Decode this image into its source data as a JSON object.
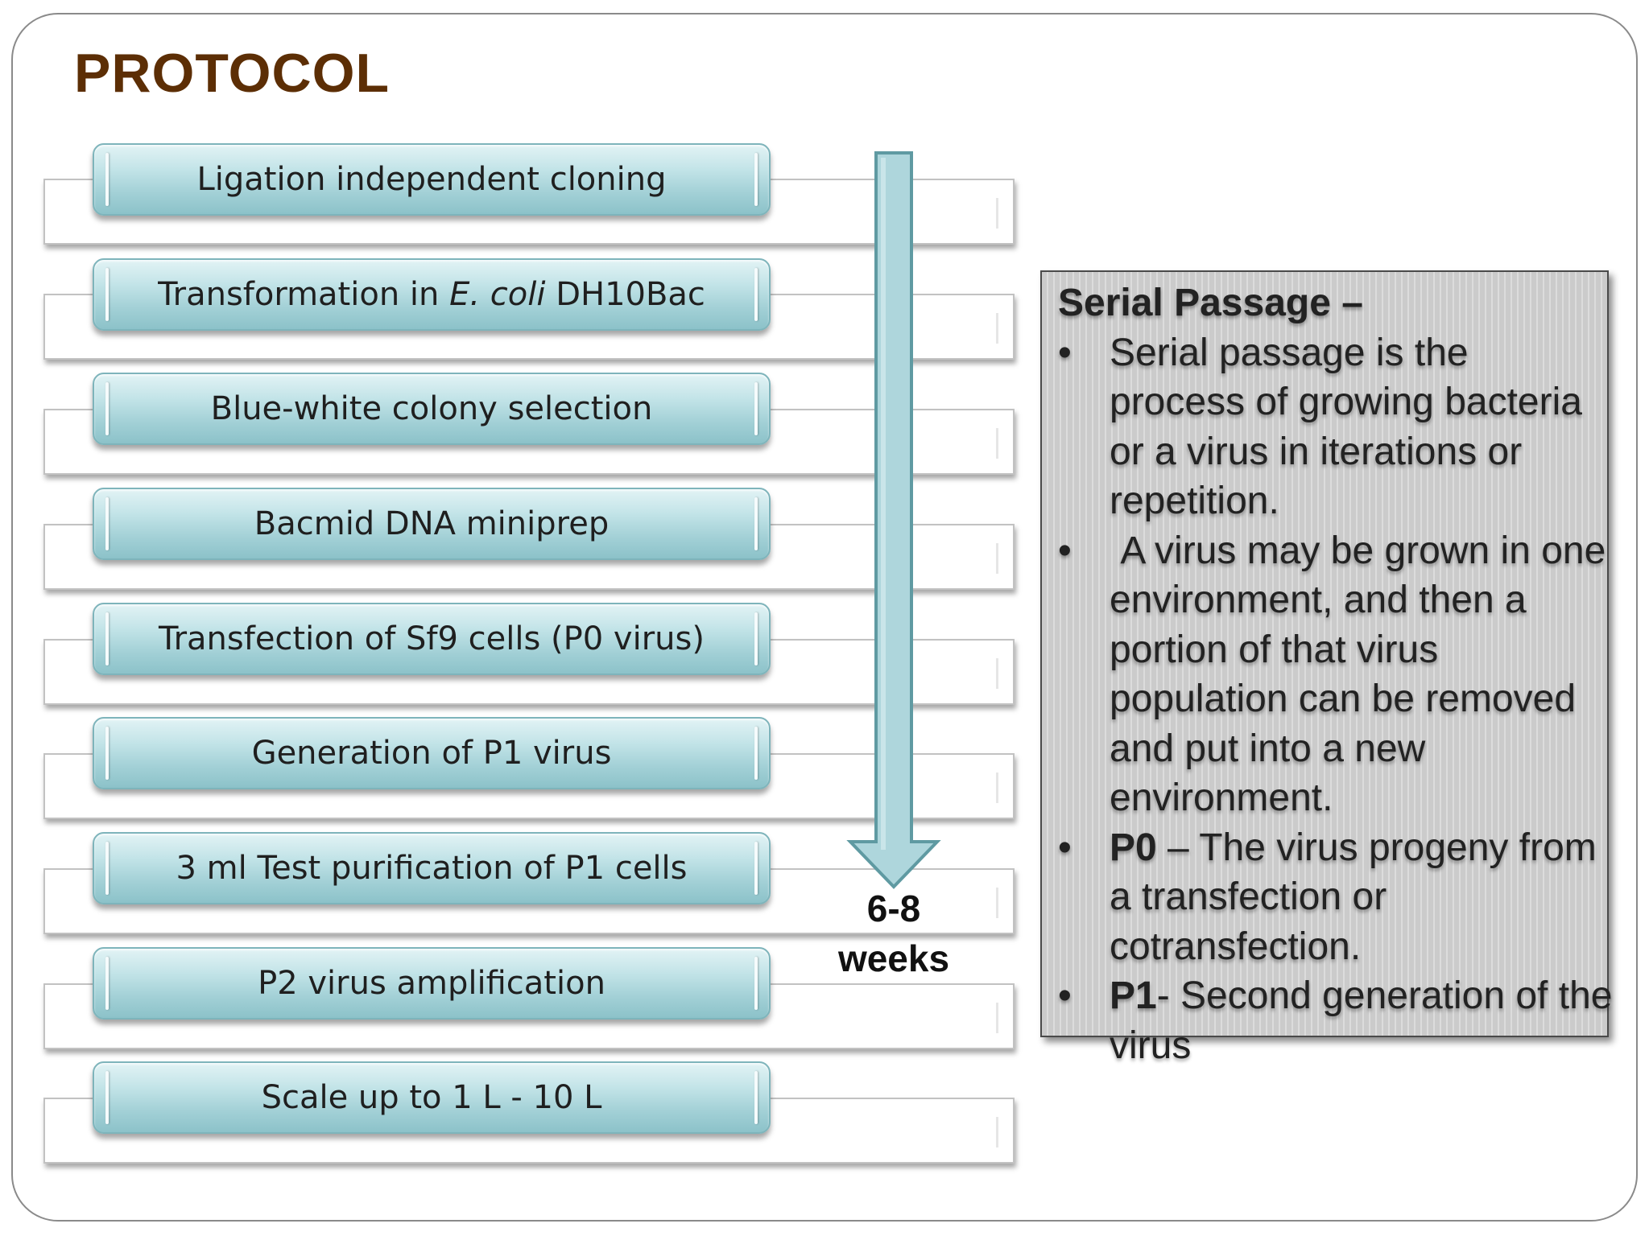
{
  "title": "PROTOCOL",
  "steps": [
    {
      "label": "Ligation independent cloning"
    },
    {
      "label": "Transformation in ",
      "italic": "E. coli",
      "suffix": " DH10Bac"
    },
    {
      "label": "Blue-white colony selection"
    },
    {
      "label": "Bacmid DNA miniprep"
    },
    {
      "label": "Transfection of Sf9 cells (P0 virus)"
    },
    {
      "label": "Generation of P1 virus"
    },
    {
      "label": "3 ml Test purification of P1 cells"
    },
    {
      "label": "P2 virus amplification"
    },
    {
      "label": "Scale up to 1 L - 10 L"
    }
  ],
  "duration": {
    "line1": "6-8",
    "line2": "weeks"
  },
  "info": {
    "heading": "Serial Passage –",
    "bullet_glyph": "•",
    "bullets": [
      {
        "bold": "",
        "text": "Serial passage is the process of growing bacteria or a virus in iterations or repetition."
      },
      {
        "bold": "",
        "text": " A virus may be grown in one environment, and then a portion of that virus population can be removed and put into a new environment."
      },
      {
        "bold": "P0",
        "text": " – The virus progeny from a transfection or cotransfection."
      },
      {
        "bold": "P1",
        "text": "- Second generation of the virus"
      }
    ]
  },
  "colors": {
    "title": "#5c2e05",
    "step_top": "#e2f3f5",
    "step_bottom": "#8cc2c9",
    "arrow_fill": "#aed6dc",
    "arrow_stroke": "#5f9aa2",
    "info_bg": "#d0d0d0"
  }
}
